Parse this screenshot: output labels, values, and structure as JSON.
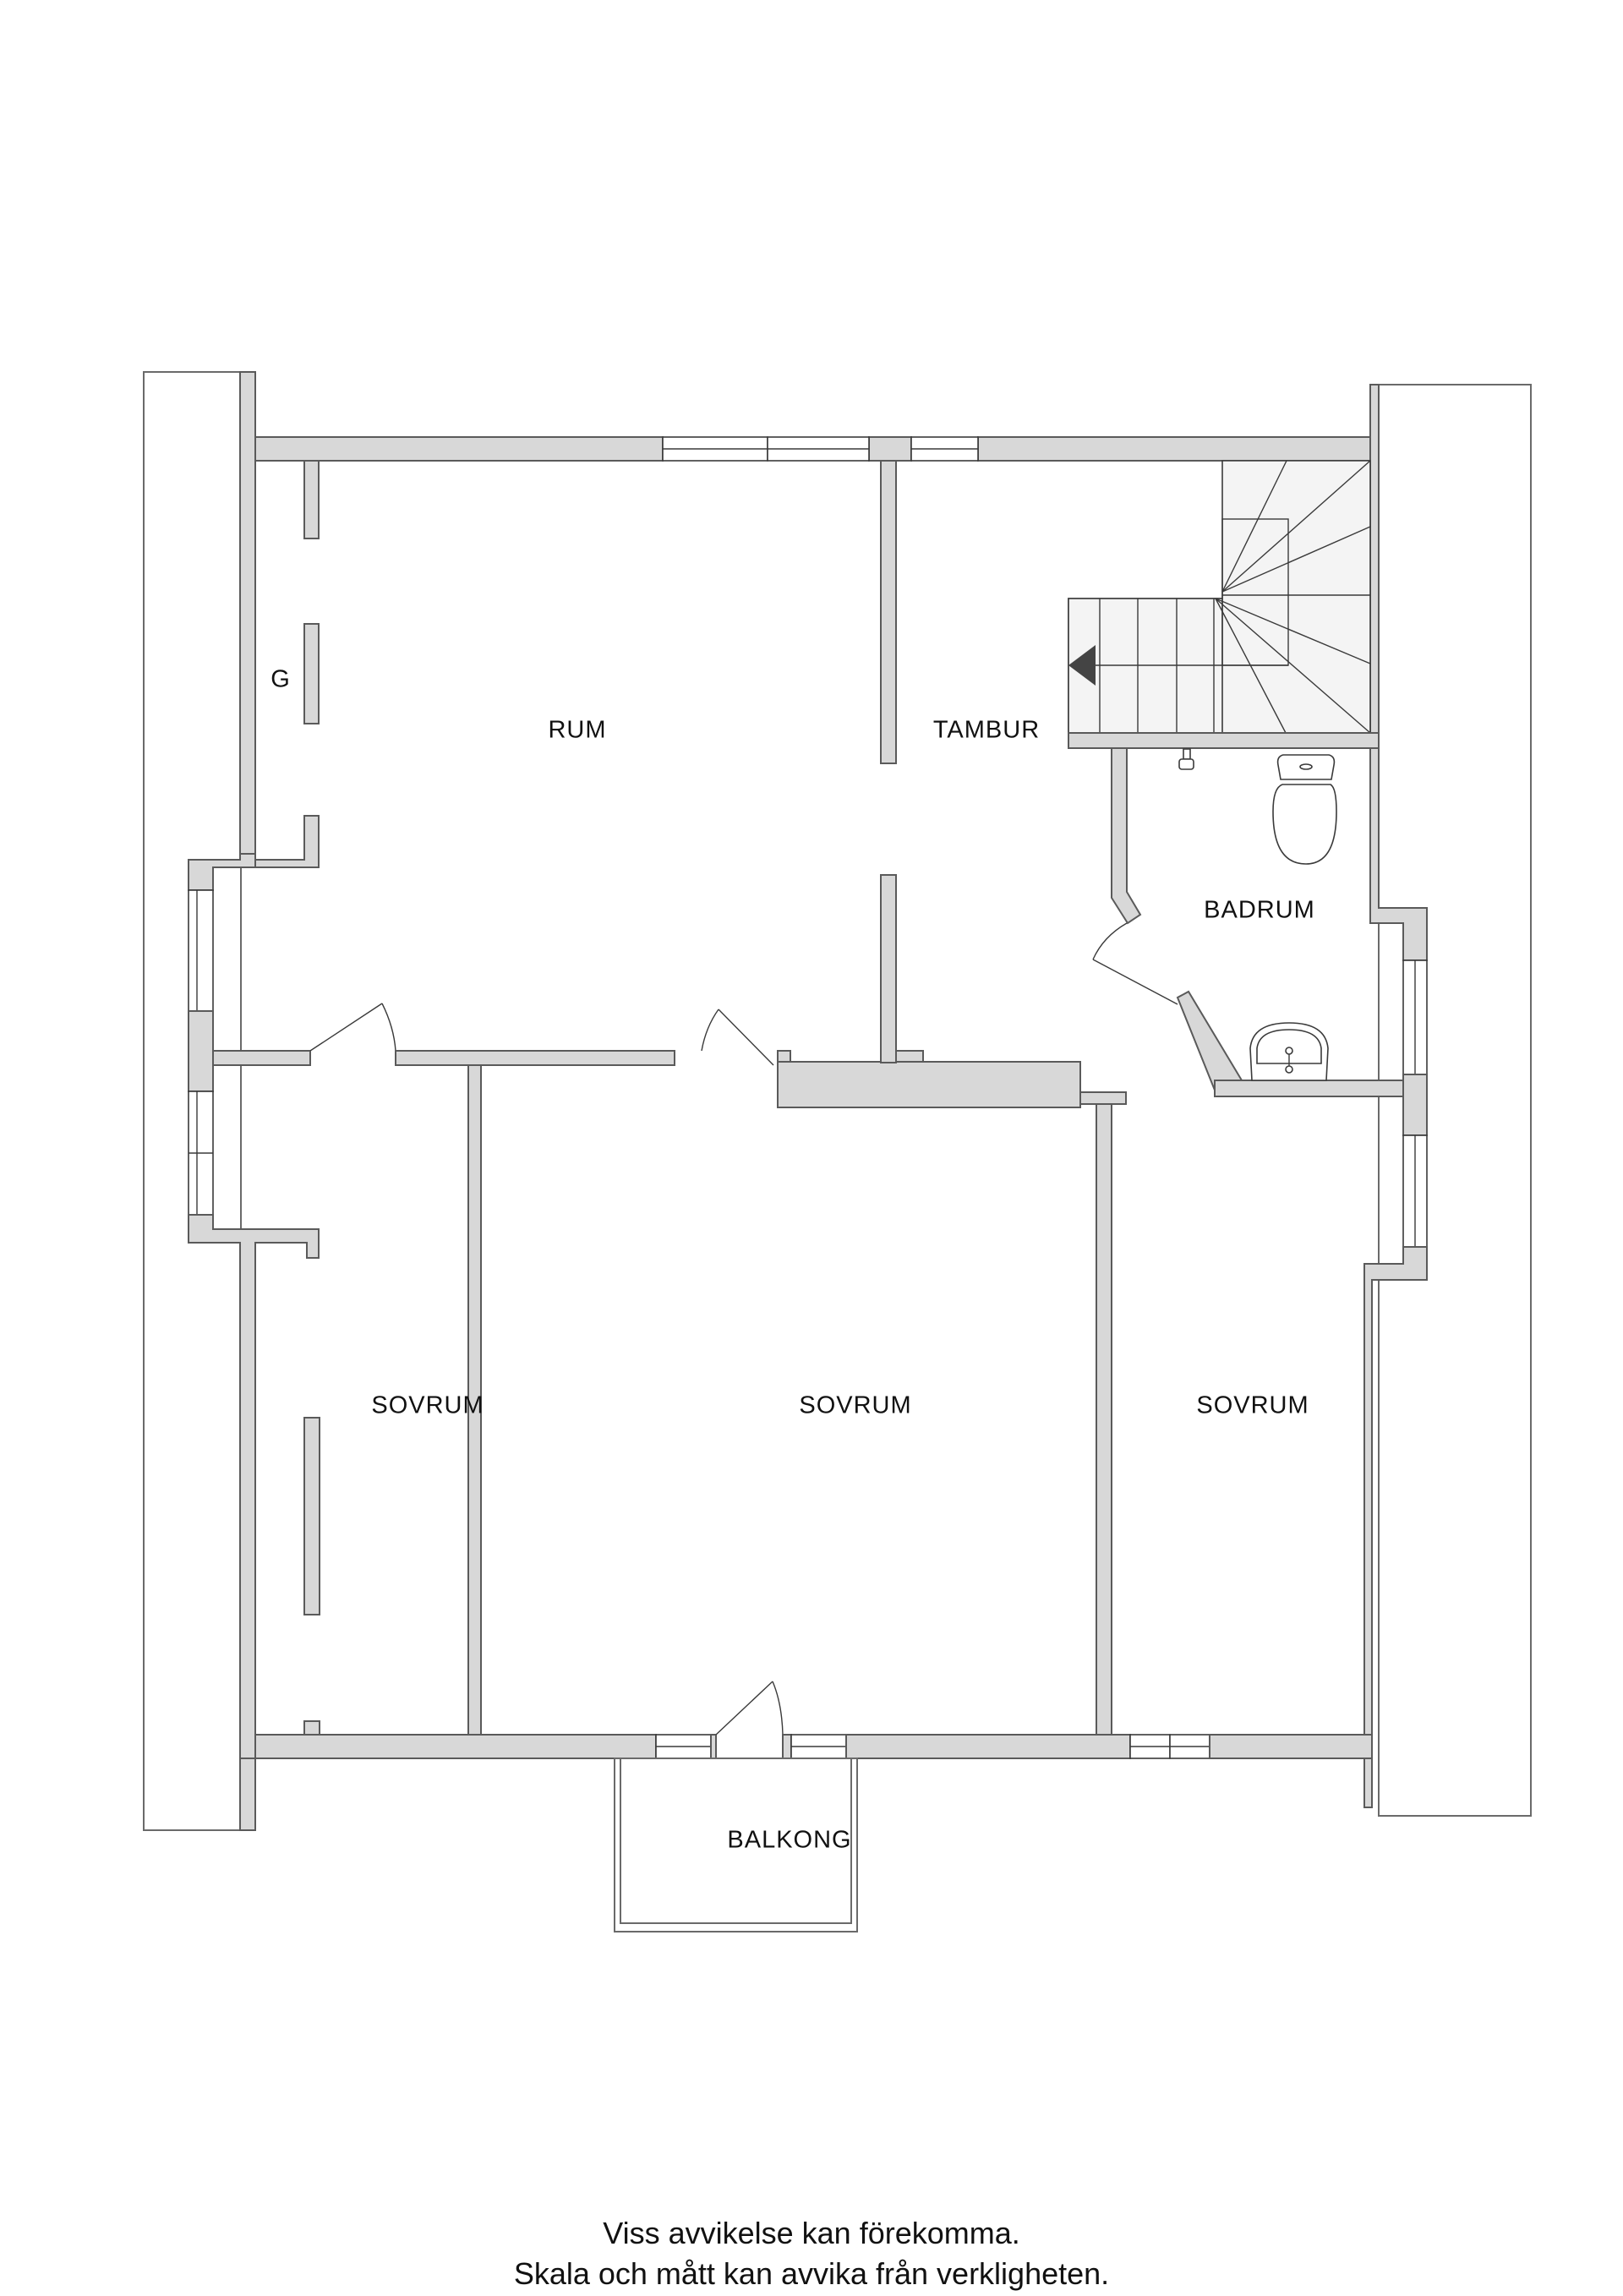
{
  "floorplan": {
    "rooms": [
      {
        "id": "rum",
        "label": "RUM"
      },
      {
        "id": "tambur",
        "label": "TAMBUR"
      },
      {
        "id": "badrum",
        "label": "BADRUM"
      },
      {
        "id": "sovrum-left",
        "label": "SOVRUM"
      },
      {
        "id": "sovrum-middle",
        "label": "SOVRUM"
      },
      {
        "id": "sovrum-right",
        "label": "SOVRUM"
      },
      {
        "id": "balkong",
        "label": "BALKONG"
      }
    ],
    "closet_marker": "G",
    "colors": {
      "wall_fill": "#d8d8d8",
      "wall_stroke": "#5a5a5a",
      "stair_fill": "#f4f4f4",
      "arrow": "#444444",
      "text": "#111111"
    }
  },
  "footer": {
    "line1": "Viss avvikelse kan förekomma.",
    "line2": "Skala och mått kan avvika från verkligheten."
  }
}
